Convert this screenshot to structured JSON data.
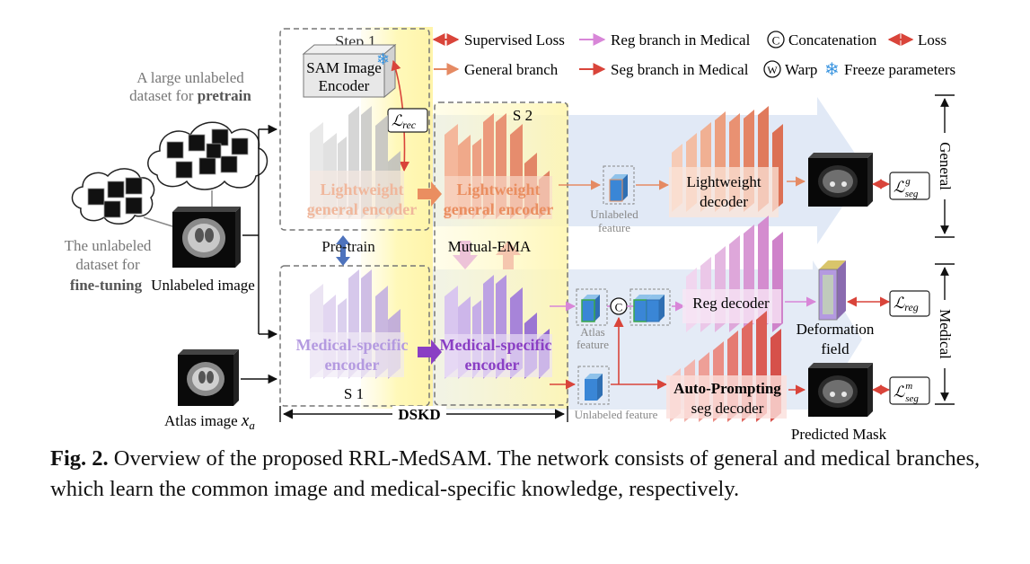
{
  "legend": {
    "supervised_loss": "Supervised Loss",
    "reg_branch": "Reg branch in Medical",
    "concatenation": "Concatenation",
    "loss": "Loss",
    "general_branch": "General branch",
    "seg_branch": "Seg branch in Medical",
    "warp": "Warp",
    "freeze": "Freeze parameters"
  },
  "left": {
    "large_unlabeled_1": "A large unlabeled",
    "large_unlabeled_2": "dataset for",
    "large_unlabeled_bold": "pretrain",
    "unlabeled_ft_1": "The unlabeled",
    "unlabeled_ft_2": "dataset for",
    "unlabeled_ft_bold": "fine-tuning",
    "unlabeled_image": "Unlabeled image",
    "atlas_image": "Atlas image",
    "atlas_symbol": "x",
    "atlas_sub": "a"
  },
  "stage1": {
    "step_label": "Step 1",
    "sam_line1": "SAM Image",
    "sam_line2": "Encoder",
    "lrec": "ℒ",
    "lrec_sub": "rec",
    "lw_enc_line1": "Lightweight",
    "lw_enc_line2": "general encoder",
    "pretrain": "Pre-train",
    "med_enc_line1": "Medical-specific",
    "med_enc_line2": "encoder",
    "s1": "S 1"
  },
  "stage2": {
    "s2": "S 2",
    "lw_enc_line1": "Lightweight",
    "lw_enc_line2": "general encoder",
    "mutual_ema": "Mutual-EMA",
    "med_enc_line1": "Medical-specific",
    "med_enc_line2": "encoder"
  },
  "dskd": "DSKD",
  "right": {
    "unlabeled_feature_top_1": "Unlabeled",
    "unlabeled_feature_top_2": "feature",
    "lw_decoder_1": "Lightweight",
    "lw_decoder_2": "decoder",
    "atlas_feature_1": "Atlas",
    "atlas_feature_2": "feature",
    "concat_symbol": "C",
    "reg_decoder": "Reg decoder",
    "unlabeled_feature_bottom": "Unlabeled feature",
    "ap_decoder_1": "Auto-Prompting",
    "ap_decoder_2": "seg decoder",
    "deformation_1": "Deformation",
    "deformation_2": "field",
    "predicted_mask": "Predicted Mask",
    "loss_seg_g": "ℒ",
    "loss_seg_g_sup": "g",
    "loss_seg_g_sub": "seg",
    "loss_reg": "ℒ",
    "loss_reg_sub": "reg",
    "loss_seg_m": "ℒ",
    "loss_seg_m_sup": "m",
    "loss_seg_m_sub": "seg",
    "general_side": "General",
    "medical_side": "Medical"
  },
  "caption": {
    "fig": "Fig. 2.",
    "text": "Overview of the proposed RRL-MedSAM. The network consists of general and medical branches, which learn the common image and medical-specific knowledge, respectively."
  }
}
